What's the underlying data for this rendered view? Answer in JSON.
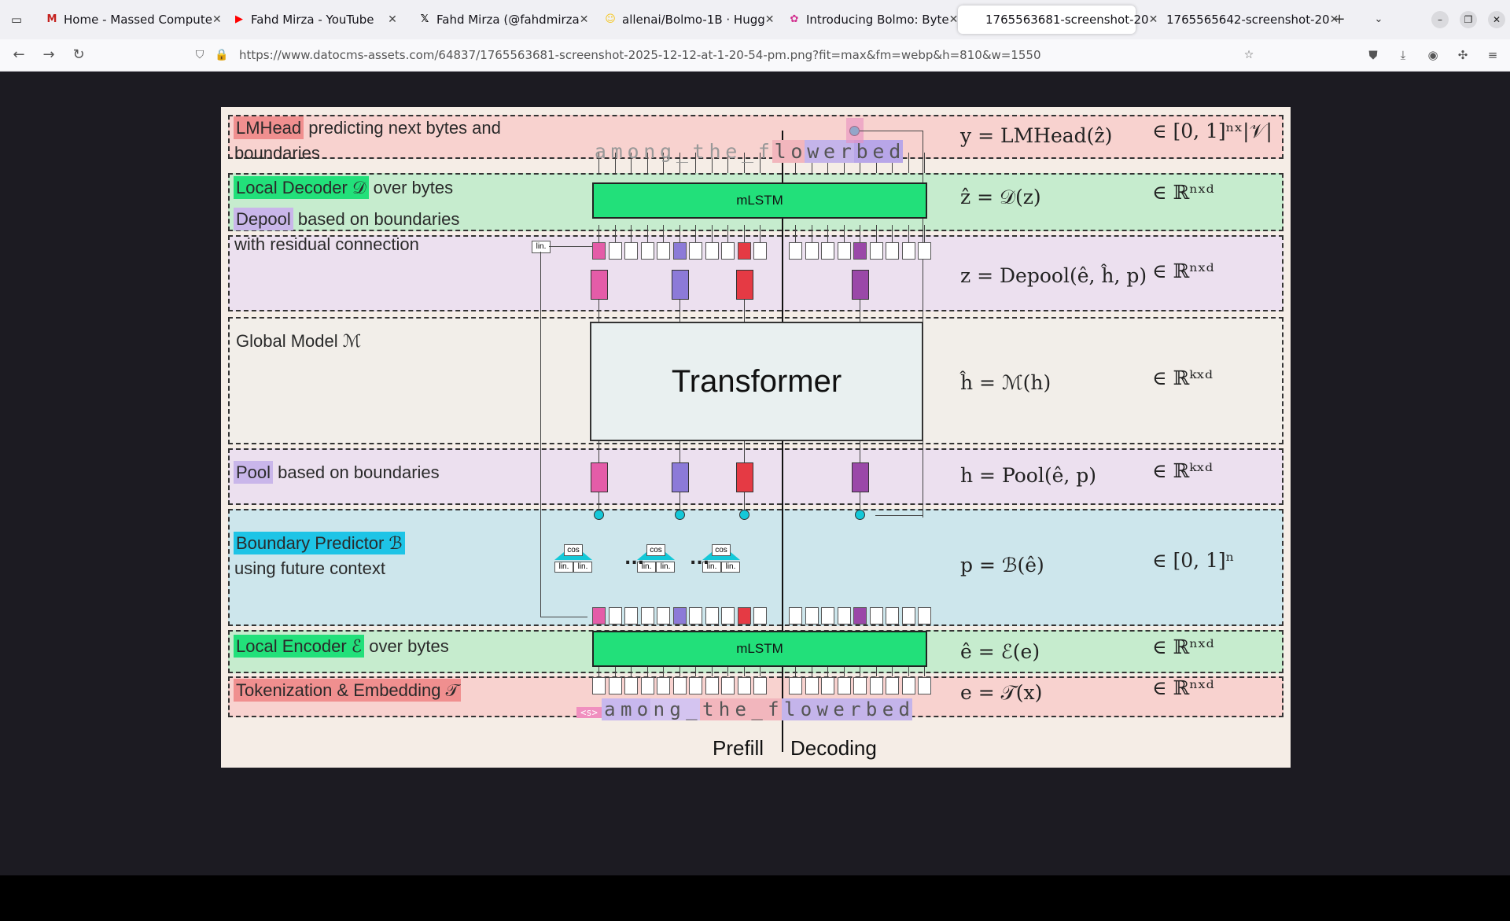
{
  "browser": {
    "tabs": [
      {
        "title": "Home - Massed Compute",
        "icon": "gmail-icon",
        "color": "#c5221f"
      },
      {
        "title": "Fahd Mirza - YouTube",
        "icon": "youtube-icon",
        "color": "#ff0000"
      },
      {
        "title": "Fahd Mirza (@fahdmirza",
        "icon": "x-icon",
        "color": "#000000"
      },
      {
        "title": "allenai/Bolmo-1B · Hugg",
        "icon": "huggingface-icon",
        "color": "#f5c518"
      },
      {
        "title": "Introducing Bolmo: Byte",
        "icon": "ai2-icon",
        "color": "#d12f8e"
      },
      {
        "title": "1765563681-screenshot-20",
        "icon": "",
        "color": ""
      },
      {
        "title": "1765565642-screenshot-20",
        "icon": "",
        "color": ""
      }
    ],
    "active_tab": 5,
    "url": "https://www.datocms-assets.com/64837/1765563681-screenshot-2025-12-12-at-1-20-54-pm.png?fit=max&fm=webp&h=810&w=1550"
  },
  "diagram": {
    "layers": [
      {
        "name": "LMHead",
        "rest": " predicting next bytes and",
        "rest2": "boundaries",
        "hl": "#f08f8f",
        "bg": "#f8d2cf",
        "eq": "y = LMHead(ẑ)",
        "set": "∈ [0, 1]ⁿˣ|𝒱|"
      },
      {
        "name": "Local Decoder 𝒟",
        "rest": " over bytes",
        "hl": "#22e07a",
        "bg": "#c6ecce",
        "eq": "ẑ = 𝒟(z)",
        "set": "∈ ℝⁿˣᵈ"
      },
      {
        "name": "Depool",
        "rest": " based on boundaries",
        "rest2": "with residual connection",
        "hl": "#c9b6ea",
        "bg": "#ece0ef",
        "eq": "z = Depool(ê, ĥ, p)",
        "set": "∈ ℝⁿˣᵈ"
      },
      {
        "name": "Global Model ℳ",
        "rest": "",
        "hl": "",
        "bg": "#f2eee9",
        "eq": "ĥ = ℳ(h)",
        "set": "∈ ℝᵏˣᵈ"
      },
      {
        "name": "Pool",
        "rest": " based on boundaries",
        "hl": "#c9b6ea",
        "bg": "#ece0ef",
        "eq": "h = Pool(ê, p)",
        "set": "∈ ℝᵏˣᵈ"
      },
      {
        "name": "Boundary Predictor ℬ",
        "rest": "",
        "rest2": "using future context",
        "hl": "#1ec4e6",
        "bg": "#cde6ec",
        "eq": "p = ℬ(ê)",
        "set": "∈ [0, 1]ⁿ"
      },
      {
        "name": "Local Encoder ℰ",
        "rest": " over bytes",
        "hl": "#22e07a",
        "bg": "#c6ecce",
        "eq": "ê = ℰ(e)",
        "set": "∈ ℝⁿˣᵈ"
      },
      {
        "name": "Tokenization & Embedding 𝒯",
        "rest": "",
        "hl": "#f08f8f",
        "bg": "#f8d2cf",
        "eq": "e = 𝒯(x)",
        "set": "∈ ℝⁿˣᵈ"
      }
    ],
    "mlstm_label": "mLSTM",
    "transformer_label": "Transformer",
    "lin_label": "lin.",
    "cos_label": "cos",
    "ellipsis": "...",
    "output_chars": "among_the_flowerbed",
    "input_chars": "<s>among_the_flowerbed",
    "prefill_label": "Prefill",
    "decoding_label": "Decoding"
  }
}
